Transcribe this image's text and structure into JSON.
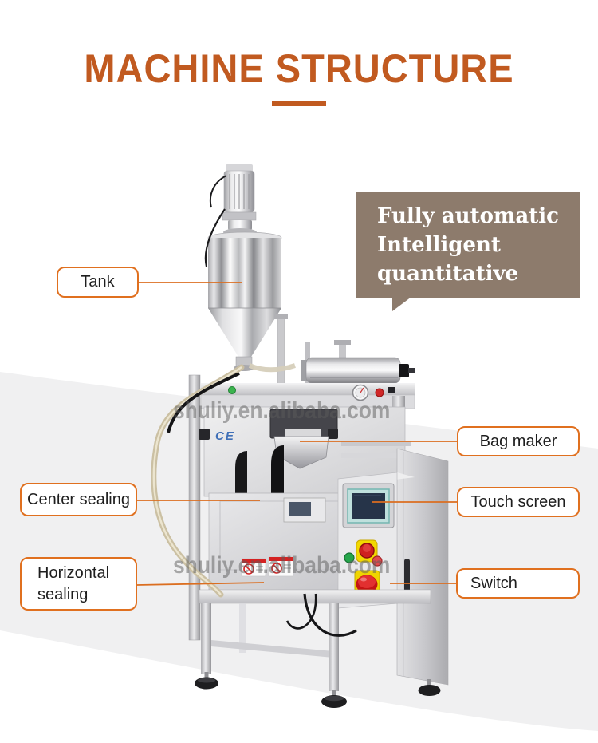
{
  "header": {
    "title": "MACHINE STRUCTURE"
  },
  "speech_bubble": {
    "line1": "Fully automatic",
    "line2": "Intelligent",
    "line3": "quantitative"
  },
  "callouts": {
    "tank": {
      "label": "Tank"
    },
    "bag_maker": {
      "label": "Bag maker"
    },
    "center_sealing": {
      "label": "Center sealing"
    },
    "touch_screen": {
      "label": "Touch screen"
    },
    "horizontal_sealing": {
      "line1": "Horizontal",
      "line2": "sealing"
    },
    "switch": {
      "label": "Switch"
    }
  },
  "watermarks": {
    "upper": "shuliy.en.alibaba.com",
    "lower": "shuliy.en.alibaba.com"
  },
  "machine": {
    "ce_mark": "CE"
  },
  "colors": {
    "title_orange": "#C15A20",
    "callout_border_orange": "#E0701F",
    "connector_orange": "#DB6E20",
    "bubble_taupe": "#8D7B6C",
    "background_gray": "#F0F0F1",
    "touch_screen_navy": "#263449",
    "screen_bezel_teal": "#BFE0DD",
    "emergency_button_red": "#CF1F1F",
    "button_plate_yellow": "#F2D800"
  }
}
